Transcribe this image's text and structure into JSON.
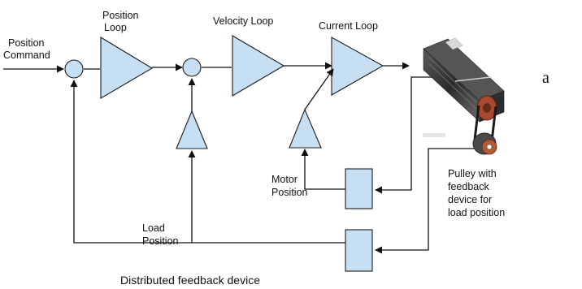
{
  "labels": {
    "position_command": [
      "Position",
      "Command"
    ],
    "position_loop": [
      "Position",
      "Loop"
    ],
    "velocity_loop": "Velocity Loop",
    "current_loop": "Current Loop",
    "motor_position": [
      "Motor",
      "Position"
    ],
    "load_position": [
      "Load",
      "Position"
    ],
    "pulley_note": [
      "Pulley with",
      "feedback",
      "device for",
      "load position"
    ],
    "caption": "Distributed feedback device",
    "panel_letter": "a"
  },
  "colors": {
    "block_fill": "#c6dff2",
    "line": "#111111",
    "motor_body": "#3a3a3a",
    "pulley": "#8b3a24"
  }
}
